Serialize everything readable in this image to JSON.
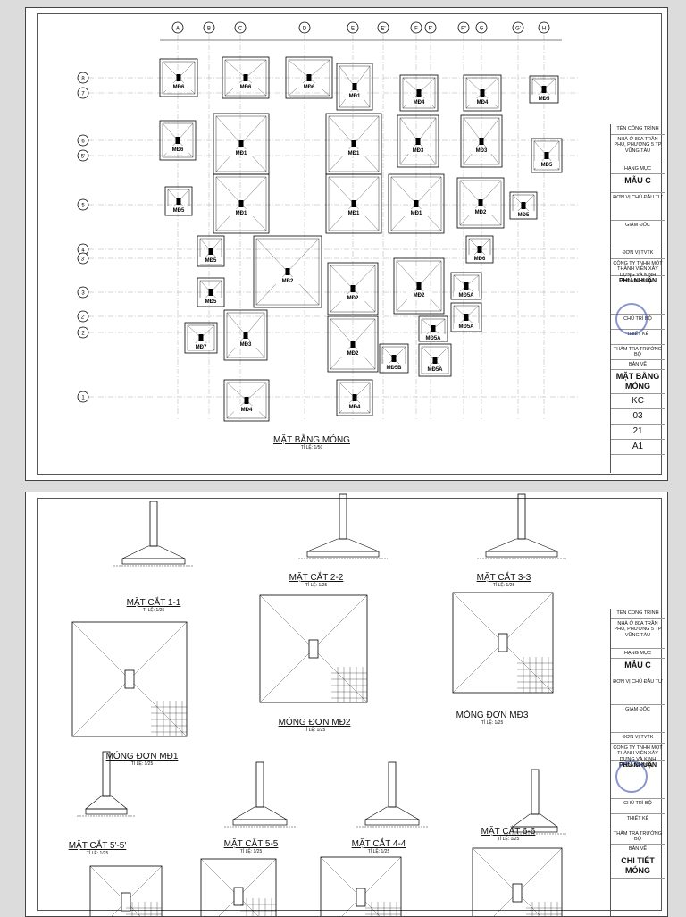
{
  "sheet1": {
    "drawing_title": "MẶT BẰNG MÓNG",
    "scale": "TỈ LỆ: 1/50",
    "grid_top": [
      "A",
      "B",
      "C",
      "D",
      "E",
      "E'",
      "F",
      "F'",
      "F\"",
      "G",
      "G'",
      "H"
    ],
    "grid_left": [
      "8",
      "7",
      "6",
      "5'",
      "5",
      "4",
      "3'",
      "3",
      "2'",
      "2",
      "1"
    ],
    "footings": [
      {
        "label": "MĐ6"
      },
      {
        "label": "MĐ6"
      },
      {
        "label": "MĐ6"
      },
      {
        "label": "MĐ1"
      },
      {
        "label": "MĐ4"
      },
      {
        "label": "MĐ4"
      },
      {
        "label": "MĐ5"
      },
      {
        "label": "MĐ6"
      },
      {
        "label": "MĐ1"
      },
      {
        "label": "MĐ1"
      },
      {
        "label": "MĐ3"
      },
      {
        "label": "MĐ3"
      },
      {
        "label": "MĐ5"
      },
      {
        "label": "MĐ1"
      },
      {
        "label": "MĐ5"
      },
      {
        "label": "MĐ1"
      },
      {
        "label": "MĐ1"
      },
      {
        "label": "MĐ1"
      },
      {
        "label": "MĐ2"
      },
      {
        "label": "MĐ5"
      },
      {
        "label": "MĐ5"
      },
      {
        "label": "MĐ6"
      },
      {
        "label": "MB2"
      },
      {
        "label": "MĐ2"
      },
      {
        "label": "MĐ2"
      },
      {
        "label": "MĐ5A"
      },
      {
        "label": "MĐ5"
      },
      {
        "label": "MĐ5A"
      },
      {
        "label": "MĐ7"
      },
      {
        "label": "MĐ3"
      },
      {
        "label": "MĐ2"
      },
      {
        "label": "MĐ5A"
      },
      {
        "label": "MĐ5B"
      },
      {
        "label": "MĐ5A"
      },
      {
        "label": "MĐ4"
      },
      {
        "label": "MĐ4"
      }
    ]
  },
  "titleblock": {
    "ten_cong_trinh": "TÊN CÔNG TRÌNH",
    "project": "NHÀ Ở 80A TRẦN PHÚ, PHƯỜNG 5 TP VŨNG TÀU",
    "hang_muc": "HẠNG MỤC",
    "mau": "MẪU C",
    "don_vi_chu_dau_tu": "ĐƠN VỊ CHỦ ĐẦU TƯ",
    "giam_doc": "GIÁM ĐỐC",
    "don_vi_tvtk": "ĐƠN VỊ TVTK",
    "company": "CÔNG TY TNHH MỘT THÀNH VIÊN XÂY DỰNG VÀ KINH DOANH NHÀ",
    "company_name": "PHÚ NHUẬN",
    "chu_tri": "CHỦ TRÌ BỘ",
    "thiet_ke": "THIẾT KẾ",
    "tham_tra": "THẨM TRA TRƯỞNG BỘ",
    "ban_ve": "BẢN VẼ",
    "sheet1_name": "MẶT BẰNG MÓNG",
    "kc": "KC",
    "no": "03",
    "of": "21",
    "size": "A1",
    "sheet2_name": "CHI TIẾT MÓNG"
  },
  "sheet2": {
    "details": [
      {
        "title": "MẶT CẮT 1-1",
        "scale": "TỈ LỆ: 1/25"
      },
      {
        "title": "MẶT CẮT 2-2",
        "scale": "TỈ LỆ: 1/25"
      },
      {
        "title": "MẶT CẮT 3-3",
        "scale": "TỈ LỆ: 1/25"
      },
      {
        "title": "MÓNG ĐƠN MĐ1",
        "scale": "TỈ LỆ: 1/25"
      },
      {
        "title": "MÓNG ĐƠN MĐ2",
        "scale": "TỈ LỆ: 1/25"
      },
      {
        "title": "MÓNG ĐƠN MĐ3",
        "scale": "TỈ LỆ: 1/25"
      },
      {
        "title": "MẶT CẮT 5'-5'",
        "scale": "TỈ LỆ: 1/25"
      },
      {
        "title": "MẶT CẮT 5-5",
        "scale": "TỈ LỆ: 1/25"
      },
      {
        "title": "MẶT CẮT 4-4",
        "scale": "TỈ LỆ: 1/25"
      },
      {
        "title": "MẶT CẮT 6-6",
        "scale": "TỈ LỆ: 1/25"
      }
    ]
  }
}
